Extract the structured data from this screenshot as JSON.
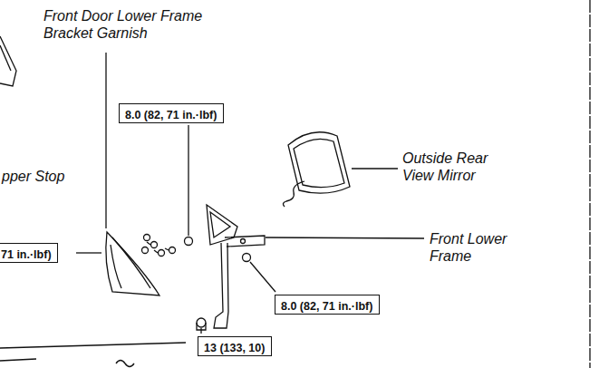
{
  "diagram": {
    "nodes": [
      {
        "text": [
          "8.0 (82, 71 in.·lbf)"
        ]
      },
      {
        "text": [
          "71 in.·lbf)"
        ]
      },
      {
        "text": [
          "8.0 (82, 71 in.·lbf)"
        ]
      },
      {
        "text": [
          "13 (133, 10)"
        ]
      }
    ],
    "labels": [
      "Front Door Lower Frame Bracket Garnish",
      "Outside Rear View Mirror",
      "pper Stop",
      "Front Lower Frame"
    ]
  }
}
